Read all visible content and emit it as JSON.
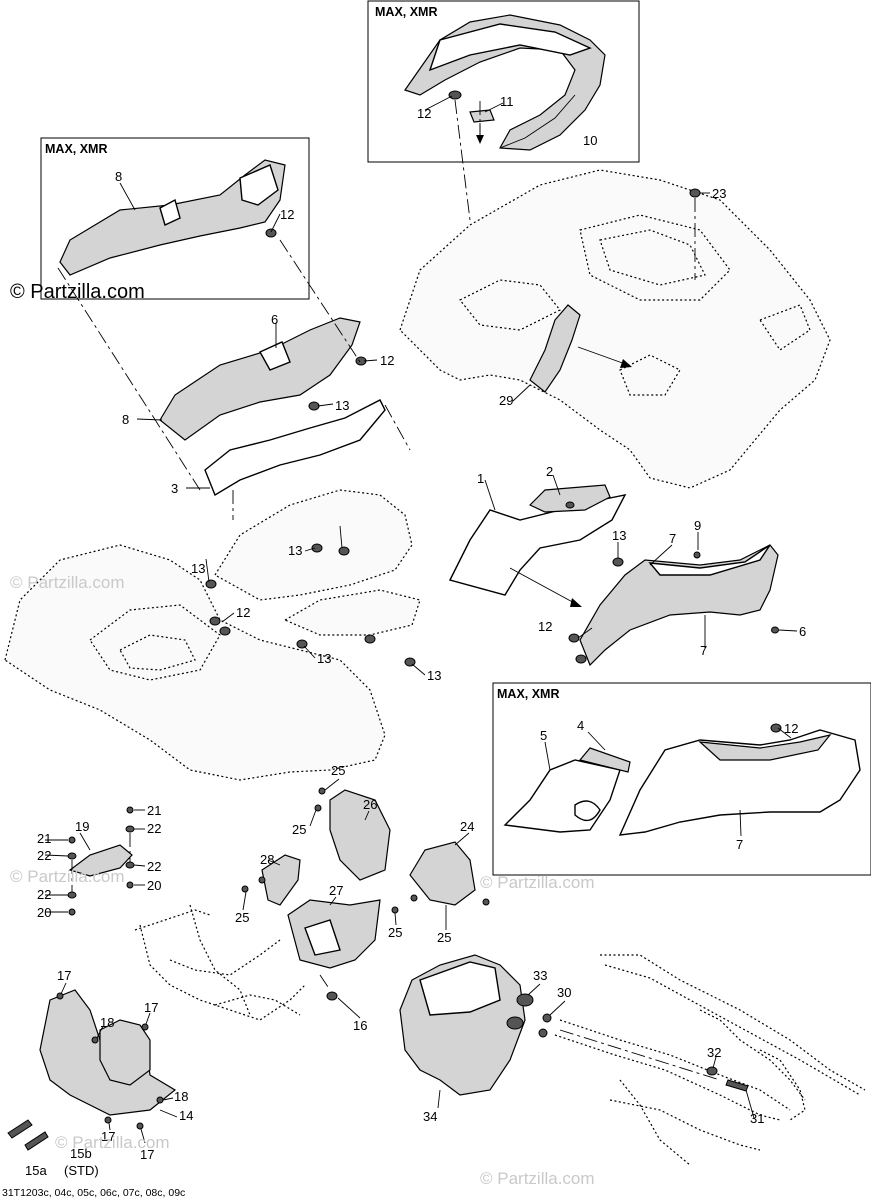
{
  "watermark": {
    "main": "© Partzilla.com",
    "faint": "© Partzilla.com"
  },
  "boxes": {
    "top_center": "MAX, XMR",
    "top_left": "MAX, XMR",
    "right": "MAX, XMR"
  },
  "callouts": {
    "c1": "1",
    "c2": "2",
    "c3": "3",
    "c4": "4",
    "c5": "5",
    "c6a": "6",
    "c6b": "6",
    "c7a": "7",
    "c7b": "7",
    "c7c": "7",
    "c8a": "8",
    "c8b": "8",
    "c9": "9",
    "c10": "10",
    "c11": "11",
    "c12a": "12",
    "c12b": "12",
    "c12c": "12",
    "c12d": "12",
    "c12e": "12",
    "c12f": "12",
    "c13a": "13",
    "c13b": "13",
    "c13c": "13",
    "c13d": "13",
    "c13e": "13",
    "c13f": "13",
    "c14": "14",
    "c15a": "15a",
    "c15std": "(STD)",
    "c15b": "15b",
    "c16": "16",
    "c17a": "17",
    "c17b": "17",
    "c17c": "17",
    "c17d": "17",
    "c18a": "18",
    "c18b": "18",
    "c19": "19",
    "c20a": "20",
    "c20b": "20",
    "c21a": "21",
    "c21b": "21",
    "c22a": "22",
    "c22b": "22",
    "c22c": "22",
    "c22d": "22",
    "c23": "23",
    "c24": "24",
    "c25a": "25",
    "c25b": "25",
    "c25c": "25",
    "c25d": "25",
    "c25e": "25",
    "c26": "26",
    "c27": "27",
    "c28": "28",
    "c29": "29",
    "c30": "30",
    "c31": "31",
    "c32": "32",
    "c33": "33",
    "c34": "34"
  },
  "reference_code": "31T1203c, 04c, 05c, 06c, 07c, 08c, 09c"
}
